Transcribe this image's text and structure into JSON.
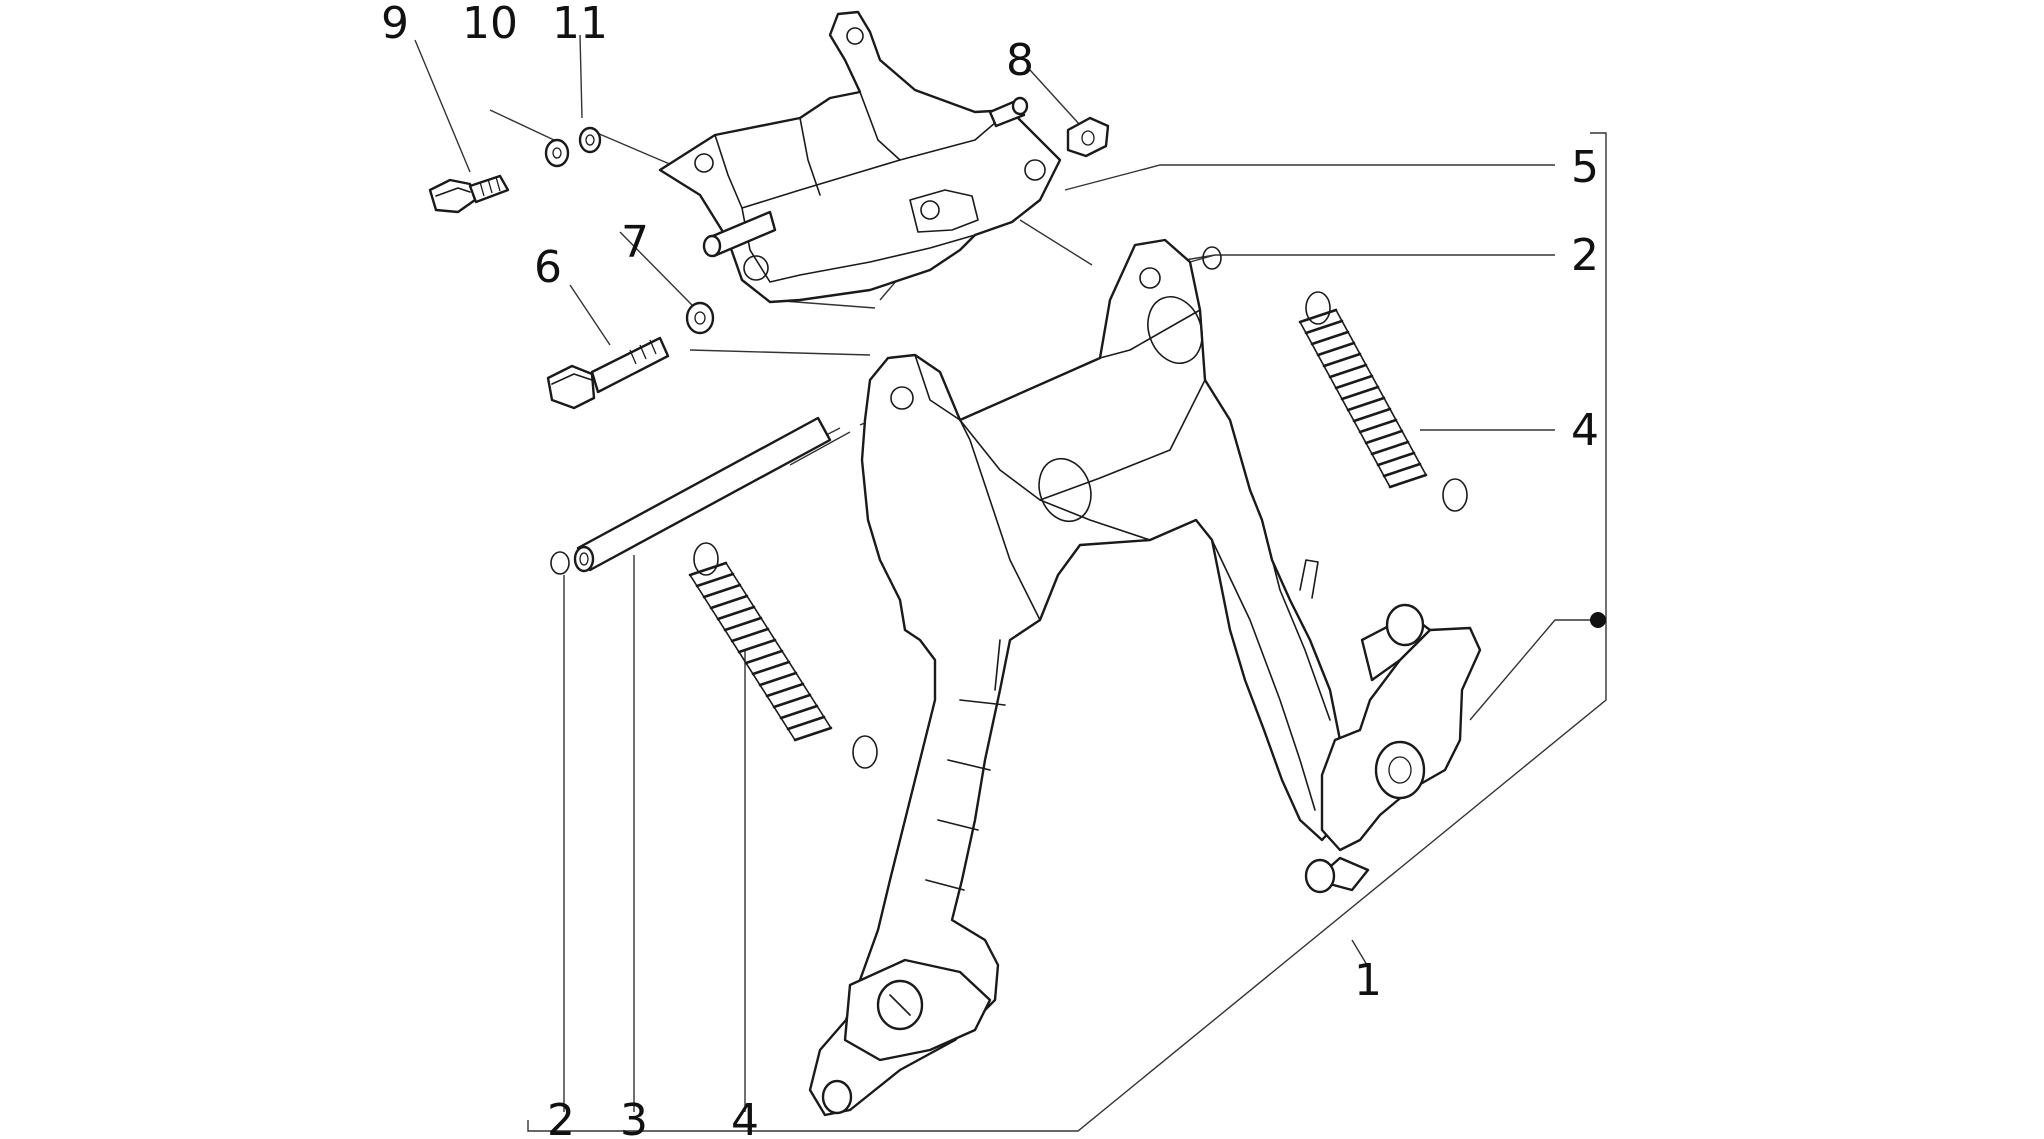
{
  "callouts": [
    {
      "id": "c9",
      "text": "9"
    },
    {
      "id": "c10",
      "text": "10"
    },
    {
      "id": "c11",
      "text": "11"
    },
    {
      "id": "c8",
      "text": "8"
    },
    {
      "id": "c5",
      "text": "5"
    },
    {
      "id": "c7",
      "text": "7"
    },
    {
      "id": "c6",
      "text": "6"
    },
    {
      "id": "c2a",
      "text": "2"
    },
    {
      "id": "c4a",
      "text": "4"
    },
    {
      "id": "c1",
      "text": "1"
    },
    {
      "id": "c2b",
      "text": "2"
    },
    {
      "id": "c3",
      "text": "3"
    },
    {
      "id": "c4b",
      "text": "4"
    }
  ],
  "colors": {
    "line": "#1a1a1a",
    "background": "#ffffff"
  }
}
